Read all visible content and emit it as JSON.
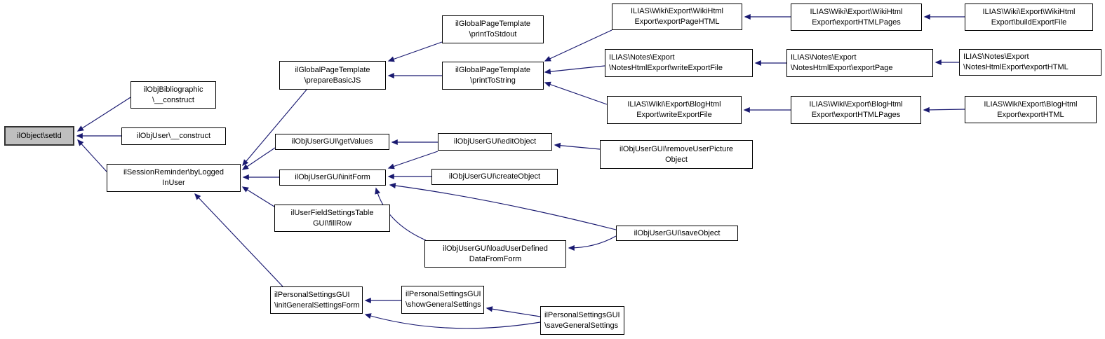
{
  "diagram": {
    "type": "caller-graph",
    "highlighted_node": "set_id",
    "colors": {
      "edge": "#191970",
      "node_border": "#000000",
      "node_fill": "#ffffff",
      "highlight_fill": "#bfbfbf",
      "text": "#000000"
    },
    "nodes": {
      "set_id": {
        "label": "ilObject\\setId"
      },
      "bibliographic_construct": {
        "label": "ilObjBibliographic\n\\__construct"
      },
      "objuser_construct": {
        "label": "ilObjUser\\__construct"
      },
      "by_logged_in_user": {
        "label": "ilSessionReminder\\byLogged\nInUser"
      },
      "prepare_basic_js": {
        "label": "ilGlobalPageTemplate\n\\prepareBasicJS"
      },
      "print_to_stdout": {
        "label": "ilGlobalPageTemplate\n\\printToStdout"
      },
      "print_to_string": {
        "label": "ilGlobalPageTemplate\n\\printToString"
      },
      "get_values": {
        "label": "ilObjUserGUI\\getValues"
      },
      "init_form": {
        "label": "ilObjUserGUI\\initForm"
      },
      "fill_row": {
        "label": "ilUserFieldSettingsTable\nGUI\\fillRow"
      },
      "init_general_settings_form": {
        "label": "ilPersonalSettingsGUI\n\\initGeneralSettingsForm"
      },
      "edit_object": {
        "label": "ilObjUserGUI\\editObject"
      },
      "create_object": {
        "label": "ilObjUserGUI\\createObject"
      },
      "load_user_defined": {
        "label": "ilObjUserGUI\\loadUserDefined\nDataFromForm"
      },
      "show_general_settings": {
        "label": "ilPersonalSettingsGUI\n\\showGeneralSettings"
      },
      "wiki_export_page_html": {
        "label": "ILIAS\\Wiki\\Export\\WikiHtml\nExport\\exportPageHTML"
      },
      "notes_write_export_file": {
        "label": "ILIAS\\Notes\\Export\n\\NotesHtmlExport\\writeExportFile"
      },
      "blog_write_export_file": {
        "label": "ILIAS\\Wiki\\Export\\BlogHtml\nExport\\writeExportFile"
      },
      "remove_user_picture": {
        "label": "ilObjUserGUI\\removeUserPicture\nObject"
      },
      "save_object": {
        "label": "ilObjUserGUI\\saveObject"
      },
      "save_general_settings": {
        "label": "ilPersonalSettingsGUI\n\\saveGeneralSettings"
      },
      "wiki_export_html_pages": {
        "label": "ILIAS\\Wiki\\Export\\WikiHtml\nExport\\exportHTMLPages"
      },
      "notes_export_page": {
        "label": "ILIAS\\Notes\\Export\n\\NotesHtmlExport\\exportPage"
      },
      "blog_export_html_pages": {
        "label": "ILIAS\\Wiki\\Export\\BlogHtml\nExport\\exportHTMLPages"
      },
      "wiki_build_export_file": {
        "label": "ILIAS\\Wiki\\Export\\WikiHtml\nExport\\buildExportFile"
      },
      "notes_export_html": {
        "label": "ILIAS\\Notes\\Export\n\\NotesHtmlExport\\exportHTML"
      },
      "blog_export_html": {
        "label": "ILIAS\\Wiki\\Export\\BlogHtml\nExport\\exportHTML"
      }
    },
    "edges": [
      {
        "from": "bibliographic_construct",
        "to": "set_id"
      },
      {
        "from": "objuser_construct",
        "to": "set_id"
      },
      {
        "from": "by_logged_in_user",
        "to": "set_id"
      },
      {
        "from": "prepare_basic_js",
        "to": "by_logged_in_user"
      },
      {
        "from": "get_values",
        "to": "by_logged_in_user"
      },
      {
        "from": "init_form",
        "to": "by_logged_in_user"
      },
      {
        "from": "fill_row",
        "to": "by_logged_in_user"
      },
      {
        "from": "init_general_settings_form",
        "to": "by_logged_in_user"
      },
      {
        "from": "print_to_stdout",
        "to": "prepare_basic_js"
      },
      {
        "from": "print_to_string",
        "to": "prepare_basic_js"
      },
      {
        "from": "wiki_export_page_html",
        "to": "print_to_string"
      },
      {
        "from": "notes_write_export_file",
        "to": "print_to_string"
      },
      {
        "from": "blog_write_export_file",
        "to": "print_to_string"
      },
      {
        "from": "wiki_export_html_pages",
        "to": "wiki_export_page_html"
      },
      {
        "from": "wiki_build_export_file",
        "to": "wiki_export_html_pages"
      },
      {
        "from": "notes_export_page",
        "to": "notes_write_export_file"
      },
      {
        "from": "notes_export_html",
        "to": "notes_export_page"
      },
      {
        "from": "blog_export_html_pages",
        "to": "blog_write_export_file"
      },
      {
        "from": "blog_export_html",
        "to": "blog_export_html_pages"
      },
      {
        "from": "edit_object",
        "to": "get_values"
      },
      {
        "from": "edit_object",
        "to": "init_form"
      },
      {
        "from": "create_object",
        "to": "init_form"
      },
      {
        "from": "save_object",
        "to": "init_form"
      },
      {
        "from": "load_user_defined",
        "to": "init_form"
      },
      {
        "from": "save_object",
        "to": "load_user_defined"
      },
      {
        "from": "remove_user_picture",
        "to": "edit_object"
      },
      {
        "from": "show_general_settings",
        "to": "init_general_settings_form"
      },
      {
        "from": "save_general_settings",
        "to": "show_general_settings"
      },
      {
        "from": "save_general_settings",
        "to": "init_general_settings_form"
      }
    ]
  }
}
